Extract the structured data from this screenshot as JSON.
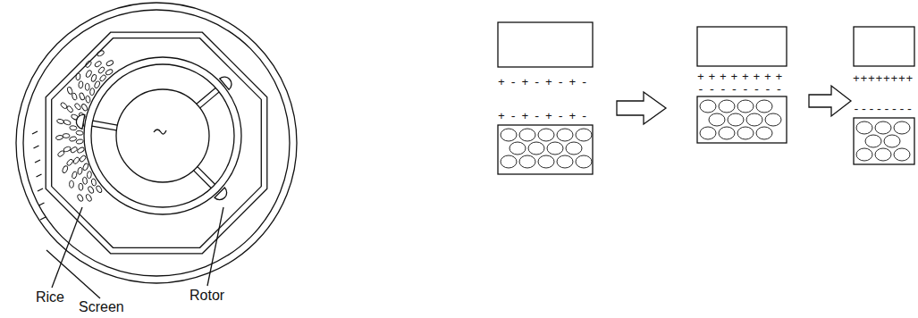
{
  "diagram": {
    "labels": [
      "Rice",
      "Screen",
      "Rotor",
      "+-+-+-+-",
      "+-+-+-+-",
      "++++++++",
      "--------",
      "++++++++",
      "--------"
    ]
  }
}
